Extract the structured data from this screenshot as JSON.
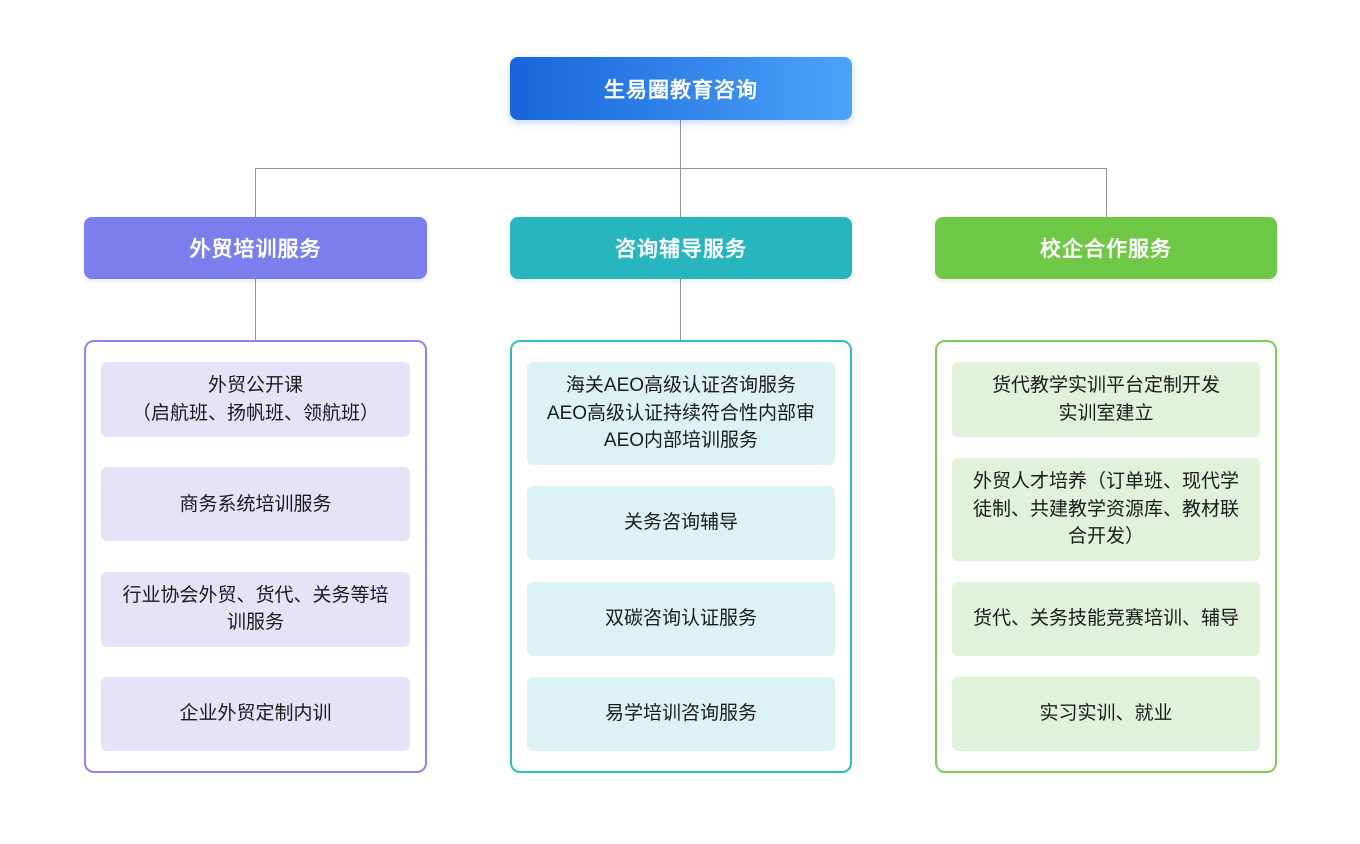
{
  "root_node": {
    "label": "生易圈教育咨询",
    "gradient_from": "#1964DC",
    "gradient_to": "#4BA3F8",
    "text_color": "#FFFFFF"
  },
  "connector_color": "#8D969E",
  "branches": [
    {
      "label": "外贸培训服务",
      "colors": {
        "header_bg": "#7B7EEC",
        "header_text": "#FFFFFF",
        "container_border": "#8588F1",
        "item_bg": "#E4E3F8"
      },
      "items": [
        {
          "lines": [
            "外贸公开课",
            "（启航班、扬帆班、领航班）"
          ]
        },
        {
          "lines": [
            "商务系统培训服务"
          ]
        },
        {
          "lines": [
            "行业协会外贸、货代、关务等培训服务"
          ]
        },
        {
          "lines": [
            "企业外贸定制内训"
          ]
        }
      ]
    },
    {
      "label": "咨询辅导服务",
      "colors": {
        "header_bg": "#27B6BE",
        "header_text": "#FFFFFF",
        "container_border": "#2FBCC4",
        "item_bg": "#DDF2F2"
      },
      "items": [
        {
          "lines": [
            "海关AEO高级认证咨询服务",
            "AEO高级认证持续符合性内部审",
            "AEO内部培训服务"
          ]
        },
        {
          "lines": [
            "关务咨询辅导"
          ]
        },
        {
          "lines": [
            "双碳咨询认证服务"
          ]
        },
        {
          "lines": [
            "易学培训咨询服务"
          ]
        }
      ]
    },
    {
      "label": "校企合作服务",
      "colors": {
        "header_bg": "#6FC845",
        "header_text": "#FFFFFF",
        "container_border": "#7BCE52",
        "item_bg": "#E0F2DA"
      },
      "items": [
        {
          "lines": [
            "货代教学实训平台定制开发",
            "实训室建立"
          ]
        },
        {
          "lines": [
            "外贸人才培养（订单班、现代学徒制、共建教学资源库、教材联合开发）"
          ]
        },
        {
          "lines": [
            "货代、关务技能竞赛培训、辅导"
          ]
        },
        {
          "lines": [
            "实习实训、就业"
          ]
        }
      ]
    }
  ]
}
